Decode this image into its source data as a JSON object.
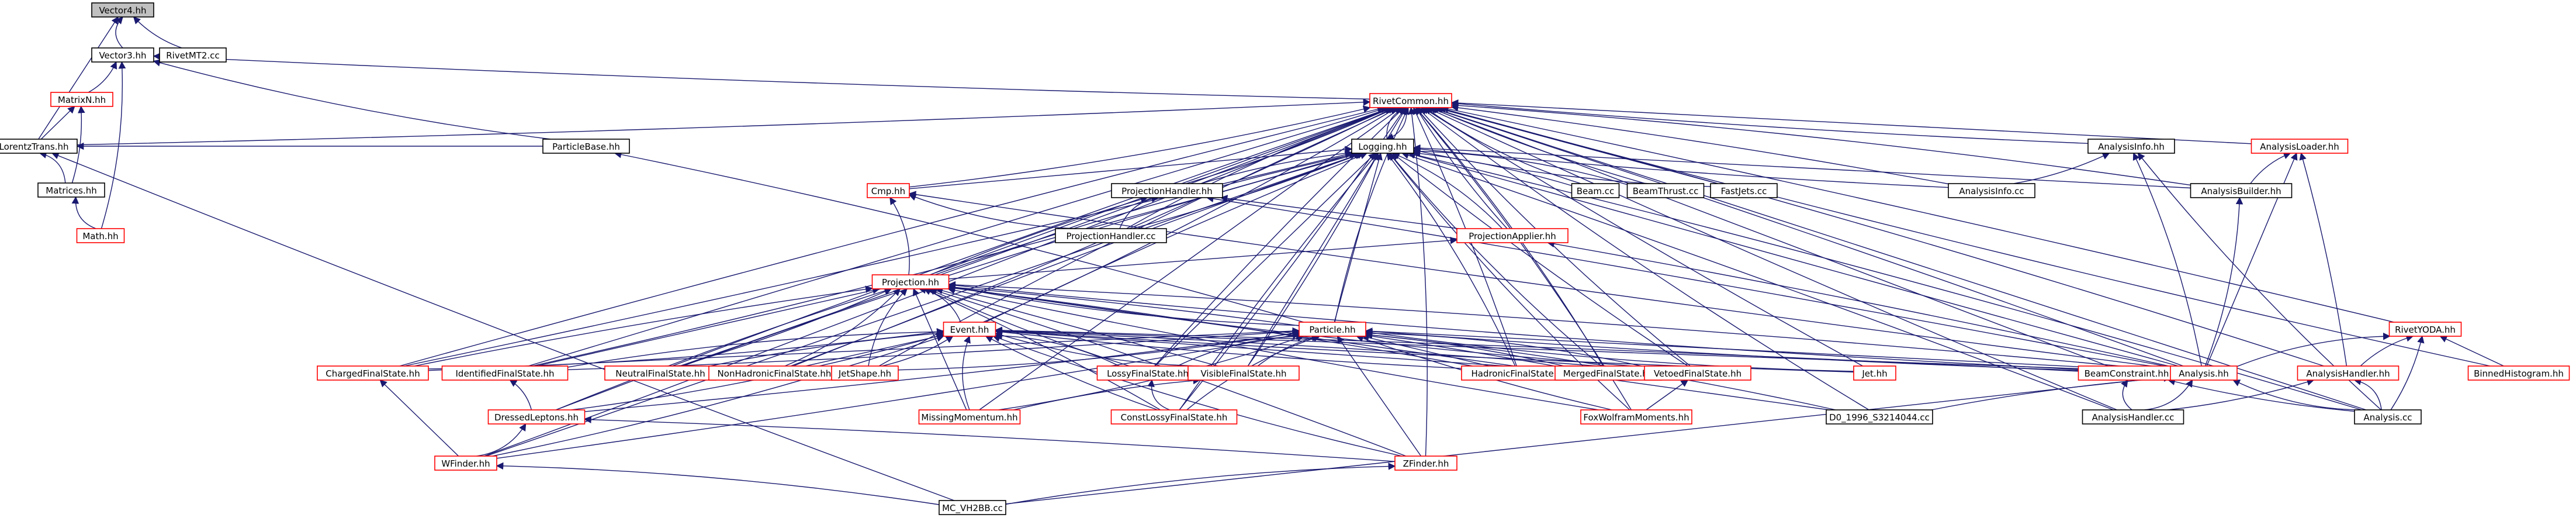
{
  "diagram": {
    "type": "include-dependency-graph",
    "colors": {
      "edge": "#191970",
      "node_border_default": "#000000",
      "node_border_truncated": "#ff0000",
      "root_fill": "#c0c0c0"
    },
    "nodes": [
      {
        "id": "vector4",
        "label": "Vector4.hh",
        "style": "root"
      },
      {
        "id": "vector3",
        "label": "Vector3.hh",
        "style": "black"
      },
      {
        "id": "rivetmt2",
        "label": "RivetMT2.cc",
        "style": "black"
      },
      {
        "id": "matrixn",
        "label": "MatrixN.hh",
        "style": "red"
      },
      {
        "id": "rivetcommon",
        "label": "RivetCommon.hh",
        "style": "red"
      },
      {
        "id": "lorentztrans",
        "label": "LorentzTrans.hh",
        "style": "black"
      },
      {
        "id": "particlebase",
        "label": "ParticleBase.hh",
        "style": "black"
      },
      {
        "id": "logging",
        "label": "Logging.hh",
        "style": "black"
      },
      {
        "id": "analysisinfohh",
        "label": "AnalysisInfo.hh",
        "style": "black"
      },
      {
        "id": "analysisloader",
        "label": "AnalysisLoader.hh",
        "style": "red"
      },
      {
        "id": "matrices",
        "label": "Matrices.hh",
        "style": "black"
      },
      {
        "id": "projectionhandlerhh",
        "label": "ProjectionHandler.hh",
        "style": "black"
      },
      {
        "id": "cmp",
        "label": "Cmp.hh",
        "style": "red"
      },
      {
        "id": "beamcc",
        "label": "Beam.cc",
        "style": "black"
      },
      {
        "id": "beamthrust",
        "label": "BeamThrust.cc",
        "style": "black"
      },
      {
        "id": "fastjets",
        "label": "FastJets.cc",
        "style": "black"
      },
      {
        "id": "analysisinfocc",
        "label": "AnalysisInfo.cc",
        "style": "black"
      },
      {
        "id": "analysisbuilder",
        "label": "AnalysisBuilder.hh",
        "style": "black"
      },
      {
        "id": "math",
        "label": "Math.hh",
        "style": "red"
      },
      {
        "id": "projectionhandlercc",
        "label": "ProjectionHandler.cc",
        "style": "black"
      },
      {
        "id": "projectionapplier",
        "label": "ProjectionApplier.hh",
        "style": "red"
      },
      {
        "id": "projection",
        "label": "Projection.hh",
        "style": "red"
      },
      {
        "id": "rivetyoda",
        "label": "RivetYODA.hh",
        "style": "red"
      },
      {
        "id": "event",
        "label": "Event.hh",
        "style": "red"
      },
      {
        "id": "particle",
        "label": "Particle.hh",
        "style": "red"
      },
      {
        "id": "chargedfs",
        "label": "ChargedFinalState.hh",
        "style": "red"
      },
      {
        "id": "identifiedfs",
        "label": "IdentifiedFinalState.hh",
        "style": "red"
      },
      {
        "id": "neutralfs",
        "label": "NeutralFinalState.hh",
        "style": "red"
      },
      {
        "id": "nonhadronicfs",
        "label": "NonHadronicFinalState.hh",
        "style": "red"
      },
      {
        "id": "jetshape",
        "label": "JetShape.hh",
        "style": "red"
      },
      {
        "id": "lossyfs",
        "label": "LossyFinalState.hh",
        "style": "red"
      },
      {
        "id": "visiblefs",
        "label": "VisibleFinalState.hh",
        "style": "red"
      },
      {
        "id": "hadronicfs",
        "label": "HadronicFinalState.hh",
        "style": "red"
      },
      {
        "id": "mergedfs",
        "label": "MergedFinalState.hh",
        "style": "red"
      },
      {
        "id": "vetoedfs",
        "label": "VetoedFinalState.hh",
        "style": "red"
      },
      {
        "id": "jethh",
        "label": "Jet.hh",
        "style": "red"
      },
      {
        "id": "beamconstraint",
        "label": "BeamConstraint.hh",
        "style": "red"
      },
      {
        "id": "analysishh",
        "label": "Analysis.hh",
        "style": "red"
      },
      {
        "id": "analysishandlerhh",
        "label": "AnalysisHandler.hh",
        "style": "red"
      },
      {
        "id": "binnedhisto",
        "label": "BinnedHistogram.hh",
        "style": "red"
      },
      {
        "id": "dressedleptons",
        "label": "DressedLeptons.hh",
        "style": "red"
      },
      {
        "id": "missingmomentum",
        "label": "MissingMomentum.hh",
        "style": "red"
      },
      {
        "id": "constlossyfs",
        "label": "ConstLossyFinalState.hh",
        "style": "red"
      },
      {
        "id": "foxwolfram",
        "label": "FoxWolframMoments.hh",
        "style": "red"
      },
      {
        "id": "d0_1996",
        "label": "D0_1996_S3214044.cc",
        "style": "black"
      },
      {
        "id": "analysishandlercc",
        "label": "AnalysisHandler.cc",
        "style": "black"
      },
      {
        "id": "analysiscc",
        "label": "Analysis.cc",
        "style": "black"
      },
      {
        "id": "wfinder",
        "label": "WFinder.hh",
        "style": "red"
      },
      {
        "id": "zfinder",
        "label": "ZFinder.hh",
        "style": "red"
      },
      {
        "id": "mcvh2bb",
        "label": "MC_VH2BB.cc",
        "style": "black"
      }
    ],
    "edges": [
      [
        "vector3",
        "vector4"
      ],
      [
        "rivetmt2",
        "vector4"
      ],
      [
        "lorentztrans",
        "vector4"
      ],
      [
        "matrixn",
        "vector3"
      ],
      [
        "math",
        "vector3"
      ],
      [
        "particlebase",
        "vector3"
      ],
      [
        "rivetcommon",
        "vector3"
      ],
      [
        "lorentztrans",
        "matrixn"
      ],
      [
        "matrices",
        "matrixn"
      ],
      [
        "matrices",
        "lorentztrans"
      ],
      [
        "math",
        "matrices"
      ],
      [
        "mcvh2bb",
        "lorentztrans"
      ],
      [
        "particlebase",
        "lorentztrans"
      ],
      [
        "lorentztrans",
        "rivetcommon"
      ],
      [
        "particle",
        "particlebase"
      ],
      [
        "logging",
        "rivetcommon"
      ],
      [
        "analysisinfohh",
        "rivetcommon"
      ],
      [
        "analysisloader",
        "rivetcommon"
      ],
      [
        "projectionhandlerhh",
        "rivetcommon"
      ],
      [
        "cmp",
        "rivetcommon"
      ],
      [
        "beamcc",
        "rivetcommon"
      ],
      [
        "beamthrust",
        "rivetcommon"
      ],
      [
        "fastjets",
        "rivetcommon"
      ],
      [
        "analysisinfocc",
        "rivetcommon"
      ],
      [
        "analysisbuilder",
        "rivetcommon"
      ],
      [
        "projectionhandlercc",
        "rivetcommon"
      ],
      [
        "projectionapplier",
        "rivetcommon"
      ],
      [
        "projection",
        "rivetcommon"
      ],
      [
        "rivetyoda",
        "rivetcommon"
      ],
      [
        "event",
        "rivetcommon"
      ],
      [
        "particle",
        "rivetcommon"
      ],
      [
        "chargedfs",
        "rivetcommon"
      ],
      [
        "identifiedfs",
        "rivetcommon"
      ],
      [
        "neutralfs",
        "rivetcommon"
      ],
      [
        "nonhadronicfs",
        "rivetcommon"
      ],
      [
        "jetshape",
        "rivetcommon"
      ],
      [
        "lossyfs",
        "rivetcommon"
      ],
      [
        "visiblefs",
        "rivetcommon"
      ],
      [
        "hadronicfs",
        "rivetcommon"
      ],
      [
        "mergedfs",
        "rivetcommon"
      ],
      [
        "vetoedfs",
        "rivetcommon"
      ],
      [
        "jethh",
        "rivetcommon"
      ],
      [
        "beamconstraint",
        "rivetcommon"
      ],
      [
        "analysishh",
        "rivetcommon"
      ],
      [
        "analysishandlerhh",
        "rivetcommon"
      ],
      [
        "binnedhisto",
        "rivetcommon"
      ],
      [
        "dressedleptons",
        "rivetcommon"
      ],
      [
        "missingmomentum",
        "rivetcommon"
      ],
      [
        "constlossyfs",
        "rivetcommon"
      ],
      [
        "foxwolfram",
        "rivetcommon"
      ],
      [
        "d0_1996",
        "rivetcommon"
      ],
      [
        "analysishandlercc",
        "rivetcommon"
      ],
      [
        "analysiscc",
        "rivetcommon"
      ],
      [
        "wfinder",
        "rivetcommon"
      ],
      [
        "zfinder",
        "rivetcommon"
      ],
      [
        "rivetcommon",
        "logging"
      ],
      [
        "projectionhandlerhh",
        "logging"
      ],
      [
        "cmp",
        "logging"
      ],
      [
        "beamcc",
        "logging"
      ],
      [
        "beamthrust",
        "logging"
      ],
      [
        "fastjets",
        "logging"
      ],
      [
        "analysisinfocc",
        "logging"
      ],
      [
        "analysisbuilder",
        "logging"
      ],
      [
        "projectionhandlercc",
        "logging"
      ],
      [
        "projectionapplier",
        "logging"
      ],
      [
        "projection",
        "logging"
      ],
      [
        "event",
        "logging"
      ],
      [
        "particle",
        "logging"
      ],
      [
        "chargedfs",
        "logging"
      ],
      [
        "identifiedfs",
        "logging"
      ],
      [
        "neutralfs",
        "logging"
      ],
      [
        "nonhadronicfs",
        "logging"
      ],
      [
        "lossyfs",
        "logging"
      ],
      [
        "visiblefs",
        "logging"
      ],
      [
        "hadronicfs",
        "logging"
      ],
      [
        "mergedfs",
        "logging"
      ],
      [
        "vetoedfs",
        "logging"
      ],
      [
        "analysishh",
        "logging"
      ],
      [
        "analysishandlercc",
        "logging"
      ],
      [
        "analysiscc",
        "logging"
      ],
      [
        "foxwolfram",
        "logging"
      ],
      [
        "constlossyfs",
        "logging"
      ],
      [
        "wfinder",
        "logging"
      ],
      [
        "analysisinfocc",
        "analysisinfohh"
      ],
      [
        "analysishh",
        "analysisinfohh"
      ],
      [
        "analysiscc",
        "analysisinfohh"
      ],
      [
        "analysisbuilder",
        "analysisloader"
      ],
      [
        "analysishh",
        "analysisloader"
      ],
      [
        "analysishandlerhh",
        "analysisloader"
      ],
      [
        "analysishh",
        "analysisbuilder"
      ],
      [
        "projectionhandlercc",
        "projectionhandlerhh"
      ],
      [
        "projection",
        "projectionhandlerhh"
      ],
      [
        "projectionapplier",
        "projectionhandlerhh"
      ],
      [
        "analysishh",
        "projectionhandlerhh"
      ],
      [
        "projection",
        "cmp"
      ],
      [
        "projectionhandlercc",
        "cmp"
      ],
      [
        "analysishh",
        "cmp"
      ],
      [
        "projection",
        "projectionapplier"
      ],
      [
        "analysishh",
        "projectionapplier"
      ],
      [
        "event",
        "projection"
      ],
      [
        "particle",
        "projection"
      ],
      [
        "chargedfs",
        "projection"
      ],
      [
        "identifiedfs",
        "projection"
      ],
      [
        "neutralfs",
        "projection"
      ],
      [
        "nonhadronicfs",
        "projection"
      ],
      [
        "jetshape",
        "projection"
      ],
      [
        "lossyfs",
        "projection"
      ],
      [
        "visiblefs",
        "projection"
      ],
      [
        "hadronicfs",
        "projection"
      ],
      [
        "mergedfs",
        "projection"
      ],
      [
        "vetoedfs",
        "projection"
      ],
      [
        "dressedleptons",
        "projection"
      ],
      [
        "missingmomentum",
        "projection"
      ],
      [
        "constlossyfs",
        "projection"
      ],
      [
        "analysishh",
        "projection"
      ],
      [
        "beamconstraint",
        "projection"
      ],
      [
        "foxwolfram",
        "projection"
      ],
      [
        "d0_1996",
        "projection"
      ],
      [
        "zfinder",
        "projection"
      ],
      [
        "chargedfs",
        "event"
      ],
      [
        "identifiedfs",
        "event"
      ],
      [
        "neutralfs",
        "event"
      ],
      [
        "nonhadronicfs",
        "event"
      ],
      [
        "jetshape",
        "event"
      ],
      [
        "lossyfs",
        "event"
      ],
      [
        "visiblefs",
        "event"
      ],
      [
        "hadronicfs",
        "event"
      ],
      [
        "mergedfs",
        "event"
      ],
      [
        "vetoedfs",
        "event"
      ],
      [
        "dressedleptons",
        "event"
      ],
      [
        "missingmomentum",
        "event"
      ],
      [
        "constlossyfs",
        "event"
      ],
      [
        "analysishh",
        "event"
      ],
      [
        "beamconstraint",
        "event"
      ],
      [
        "wfinder",
        "event"
      ],
      [
        "zfinder",
        "event"
      ],
      [
        "jethh",
        "event"
      ],
      [
        "chargedfs",
        "particle"
      ],
      [
        "identifiedfs",
        "particle"
      ],
      [
        "jetshape",
        "particle"
      ],
      [
        "lossyfs",
        "particle"
      ],
      [
        "visiblefs",
        "particle"
      ],
      [
        "hadronicfs",
        "particle"
      ],
      [
        "mergedfs",
        "particle"
      ],
      [
        "vetoedfs",
        "particle"
      ],
      [
        "jethh",
        "particle"
      ],
      [
        "beamconstraint",
        "particle"
      ],
      [
        "analysishh",
        "particle"
      ],
      [
        "dressedleptons",
        "particle"
      ],
      [
        "missingmomentum",
        "particle"
      ],
      [
        "constlossyfs",
        "particle"
      ],
      [
        "foxwolfram",
        "particle"
      ],
      [
        "zfinder",
        "particle"
      ],
      [
        "wfinder",
        "particle"
      ],
      [
        "d0_1996",
        "particle"
      ],
      [
        "analysishh",
        "rivetyoda"
      ],
      [
        "analysishandlerhh",
        "rivetyoda"
      ],
      [
        "binnedhisto",
        "rivetyoda"
      ],
      [
        "analysiscc",
        "rivetyoda"
      ],
      [
        "analysishandlercc",
        "analysishh"
      ],
      [
        "analysiscc",
        "analysishh"
      ],
      [
        "d0_1996",
        "analysishh"
      ],
      [
        "mcvh2bb",
        "analysishh"
      ],
      [
        "analysishandlercc",
        "analysishandlerhh"
      ],
      [
        "analysiscc",
        "analysishandlerhh"
      ],
      [
        "analysishandlercc",
        "beamconstraint"
      ],
      [
        "analysiscc",
        "beamconstraint"
      ],
      [
        "wfinder",
        "chargedfs"
      ],
      [
        "dressedleptons",
        "identifiedfs"
      ],
      [
        "wfinder",
        "dressedleptons"
      ],
      [
        "constlossyfs",
        "lossyfs"
      ],
      [
        "missingmomentum",
        "visiblefs"
      ],
      [
        "foxwolfram",
        "vetoedfs"
      ],
      [
        "zfinder",
        "dressedleptons"
      ],
      [
        "mcvh2bb",
        "wfinder"
      ],
      [
        "mcvh2bb",
        "zfinder"
      ]
    ]
  }
}
